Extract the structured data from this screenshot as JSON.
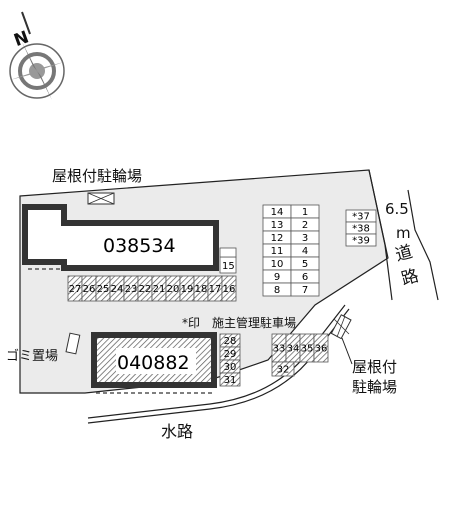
{
  "compass": {
    "north_letter": "N"
  },
  "labels": {
    "roof_bike_top": "屋根付駐輪場",
    "building_a": "038534",
    "building_b": "040882",
    "garbage": "ゴミ置場",
    "owner_mark": "*印　施主管理駐車場",
    "roof_bike_right_1": "屋根付",
    "roof_bike_right_2": "駐輪場",
    "waterway": "水路",
    "road_width": "6.5",
    "road_unit": "m",
    "road_name_1": "道",
    "road_name_2": "路"
  },
  "parking": {
    "grid_left": [
      "14",
      "13",
      "12",
      "11",
      "10",
      "9",
      "8"
    ],
    "grid_right": [
      "1",
      "2",
      "3",
      "4",
      "5",
      "6",
      "7"
    ],
    "starred": [
      "*37",
      "*38",
      "*39"
    ],
    "row_top_right": "15",
    "row_bottom": [
      "27",
      "26",
      "25",
      "24",
      "23",
      "22",
      "21",
      "20",
      "19",
      "18",
      "17",
      "16"
    ],
    "column_right_b": [
      "28",
      "29",
      "30",
      "31"
    ],
    "cluster_top": [
      "33",
      "34",
      "35",
      "36"
    ],
    "cluster_bottom": "32"
  },
  "colors": {
    "building_border": "#333333",
    "hatch": "#555555",
    "lot_fill": "#ebebeb",
    "line": "#222222"
  }
}
